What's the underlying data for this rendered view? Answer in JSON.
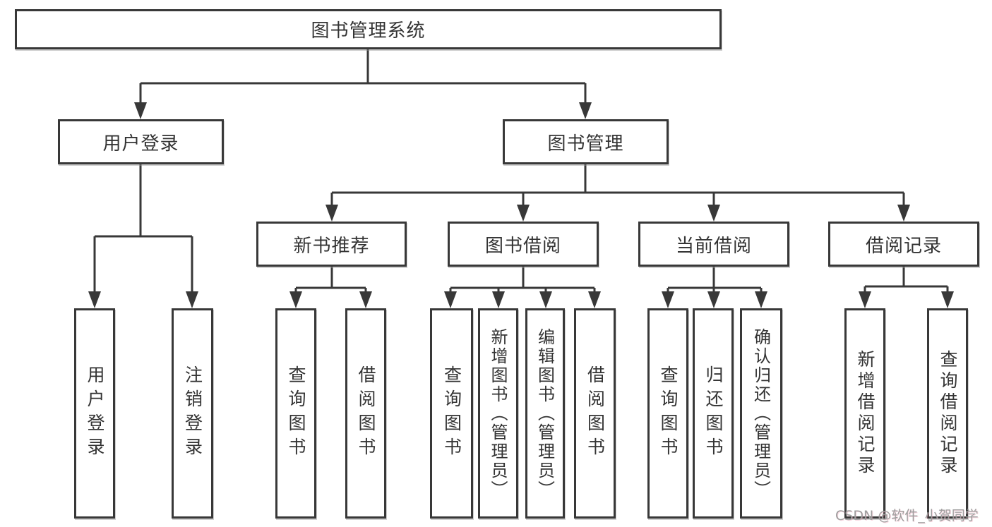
{
  "colors": {
    "line": "#383838",
    "text": "#333333",
    "background": "#ffffff",
    "watermark": "#9e9e9e"
  },
  "nodes": {
    "root": "图书管理系统",
    "user_login": "用户登录",
    "book_mgmt": "图书管理",
    "new_books": "新书推荐",
    "book_borrow": "图书借阅",
    "current_borrow": "当前借阅",
    "borrow_records": "借阅记录",
    "leaf_user_login": "用户登录",
    "leaf_logout": "注销登录",
    "leaf_nb_query": "查询图书",
    "leaf_nb_borrow": "借阅图书",
    "leaf_bb_query": "查询图书",
    "leaf_bb_add": "新增图书（管理员）",
    "leaf_bb_edit": "编辑图书（管理员）",
    "leaf_bb_borrow": "借阅图书",
    "leaf_cb_query": "查询图书",
    "leaf_cb_return": "归还图书",
    "leaf_cb_confirm": "确认归还（管理员）",
    "leaf_br_add": "新增借阅记录",
    "leaf_br_query": "查询借阅记录"
  },
  "watermark": "CSDN @软件_小贺同学"
}
